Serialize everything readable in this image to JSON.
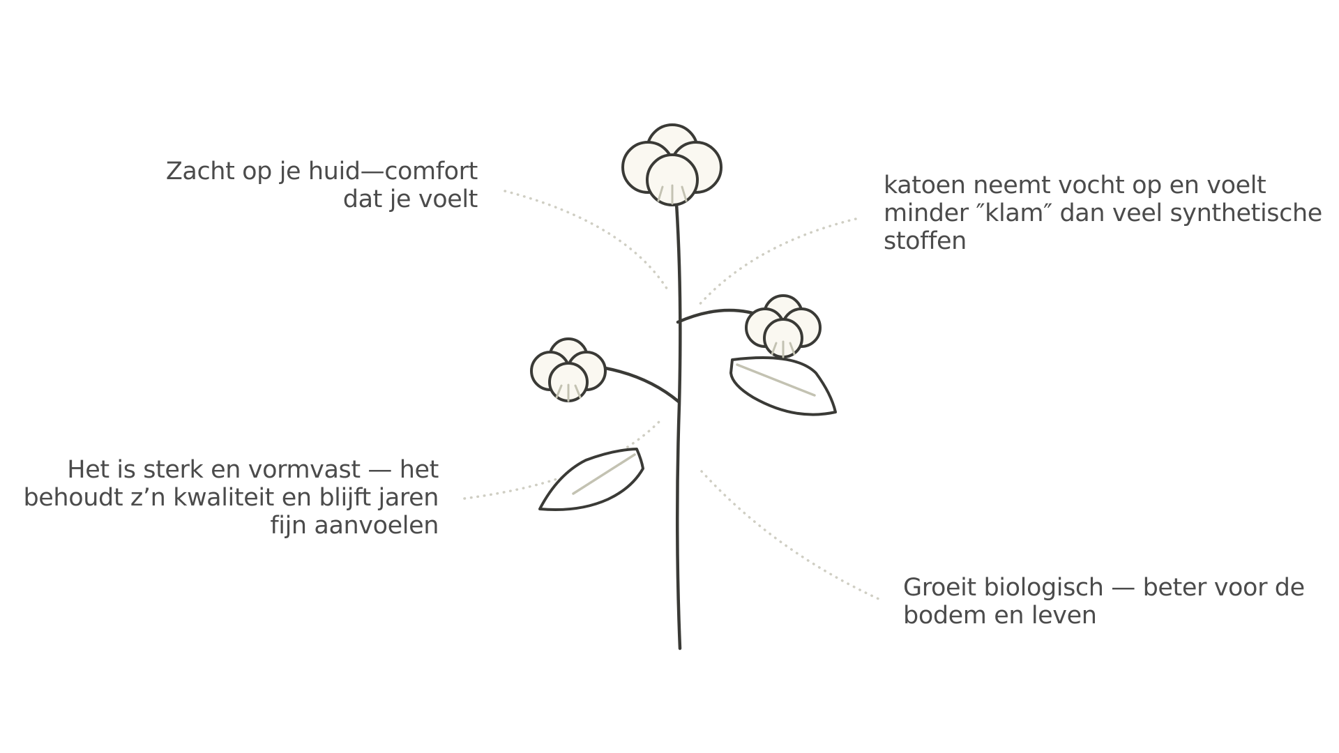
{
  "colors": {
    "background": "#ffffff",
    "text": "#4b4b4b",
    "stroke": "#3a3a36",
    "boll_fill": "#faf8f1",
    "vein": "#c3c2b2",
    "dotted_line": "#cfcec3"
  },
  "illustration": {
    "subject": "cotton-plant",
    "icons": [
      "stem",
      "cotton-boll",
      "leaf",
      "dotted-connector"
    ]
  },
  "callouts": {
    "softness": {
      "lines": [
        "Zacht op je huid—comfort",
        "dat je voelt"
      ]
    },
    "moisture": {
      "lines": [
        "katoen neemt vocht op en voelt",
        "minder ″klam″ dan veel synthetische",
        "stoffen"
      ]
    },
    "strength": {
      "lines": [
        "Het is sterk en vormvast — het",
        "behoudt z’n kwaliteit en blijft jaren",
        "fijn aanvoelen"
      ]
    },
    "organic": {
      "lines": [
        "Groeit biologisch — beter voor de",
        "bodem en leven"
      ]
    }
  }
}
